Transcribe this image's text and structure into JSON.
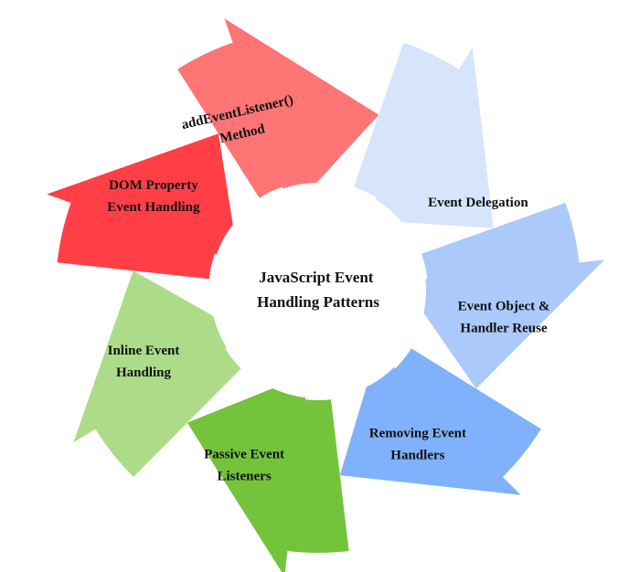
{
  "diagram": {
    "center_label": [
      "JavaScript Event",
      "Handling Patterns"
    ],
    "segments": [
      {
        "lines": [
          "Event Delegation"
        ],
        "color": "#d6e5fc"
      },
      {
        "lines": [
          "Event Object &",
          "Handler Reuse"
        ],
        "color": "#abcafb"
      },
      {
        "lines": [
          "Removing Event",
          "Handlers"
        ],
        "color": "#80b2fb"
      },
      {
        "lines": [
          "Passive Event",
          "Listeners"
        ],
        "color": "#73c33b"
      },
      {
        "lines": [
          "Inline Event",
          "Handling"
        ],
        "color": "#acdc87"
      },
      {
        "lines": [
          "DOM Property",
          "Event Handling"
        ],
        "color": "#ff3f45"
      },
      {
        "lines": [
          "addEventListener()",
          "Method"
        ],
        "color": "#ff7475"
      }
    ]
  }
}
